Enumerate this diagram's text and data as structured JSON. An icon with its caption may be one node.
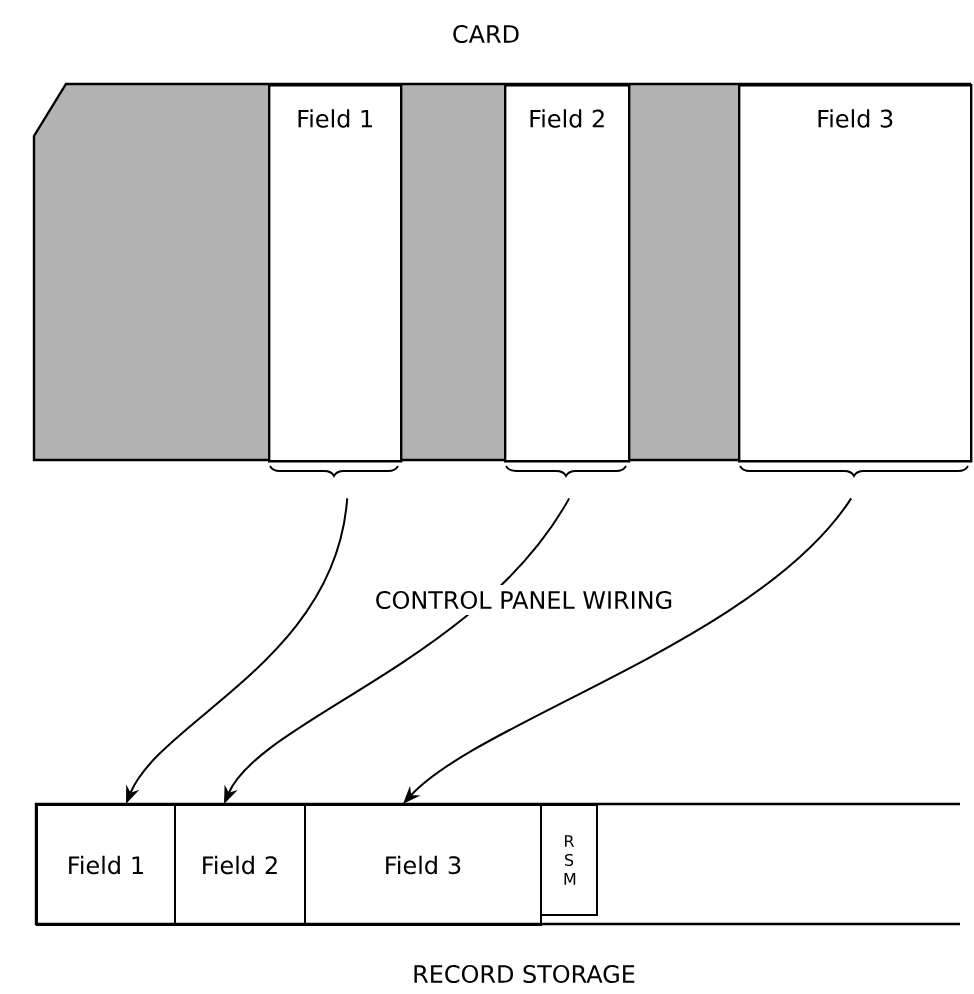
{
  "diagram": {
    "nodes": [
      {
        "text": [
          "CARD"
        ]
      },
      {
        "text": [
          "Field 1"
        ],
        "in": 0
      },
      {
        "text": [
          "Field 2"
        ],
        "in": 0
      },
      {
        "text": [
          "Field 3"
        ],
        "in": 0
      },
      {
        "text": [
          "RECORD STORAGE"
        ]
      },
      {
        "text": [
          "Field 1"
        ],
        "in": 4
      },
      {
        "text": [
          "Field 2"
        ],
        "in": 4
      },
      {
        "text": [
          "Field 3"
        ],
        "in": 4
      },
      {
        "text": [
          "R S M"
        ],
        "in": 4
      }
    ],
    "edges": [
      {
        "from": 1,
        "to": 5,
        "arrow": "to"
      },
      {
        "from": 2,
        "to": 6,
        "arrow": "to"
      },
      {
        "from": 3,
        "to": 7,
        "arrow": "to"
      }
    ],
    "labels": [
      "CONTROL PANEL WIRING"
    ]
  }
}
